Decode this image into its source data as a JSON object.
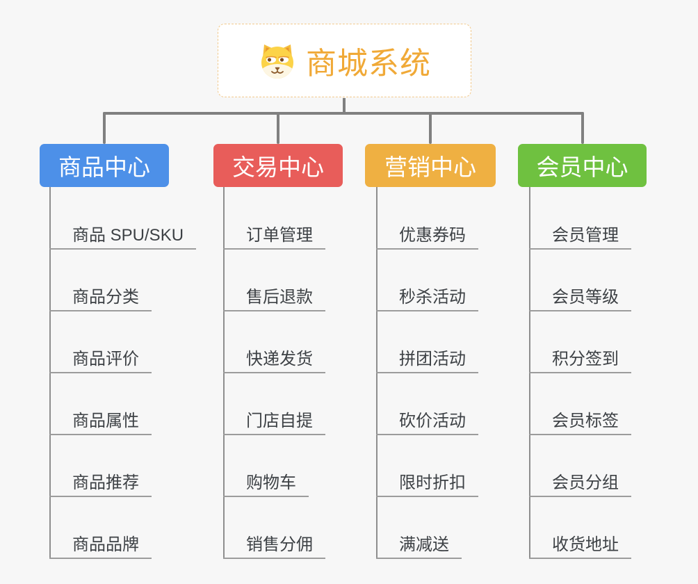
{
  "root": {
    "title": "商城系统",
    "icon": "dog-face-icon"
  },
  "branches": [
    {
      "label": "商品中心",
      "color": "#4d90e8",
      "items": [
        "商品 SPU/SKU",
        "商品分类",
        "商品评价",
        "商品属性",
        "商品推荐",
        "商品品牌"
      ]
    },
    {
      "label": "交易中心",
      "color": "#e85d5a",
      "items": [
        "订单管理",
        "售后退款",
        "快递发货",
        "门店自提",
        "购物车",
        "销售分佣"
      ]
    },
    {
      "label": "营销中心",
      "color": "#efb042",
      "items": [
        "优惠券码",
        "秒杀活动",
        "拼团活动",
        "砍价活动",
        "限时折扣",
        "满减送"
      ]
    },
    {
      "label": "会员中心",
      "color": "#6fc140",
      "items": [
        "会员管理",
        "会员等级",
        "积分签到",
        "会员标签",
        "会员分组",
        "收货地址"
      ]
    }
  ],
  "colors": {
    "root_title": "#f0a937",
    "root_border": "#f2c98b",
    "connector": "#808080",
    "leaf_line": "#9c9c9c",
    "leaf_text": "#3d4145",
    "background": "#f7f7f7"
  }
}
